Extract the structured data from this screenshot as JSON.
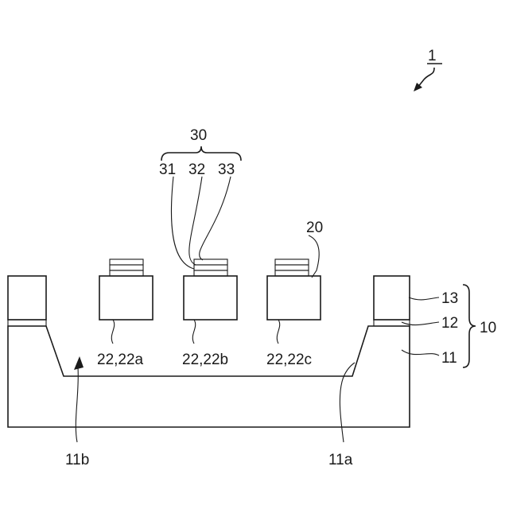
{
  "figure": {
    "ref_device": "1",
    "ref_group_30": "30",
    "ref_31": "31",
    "ref_32": "32",
    "ref_33": "33",
    "ref_20": "20",
    "ref_13": "13",
    "ref_12": "12",
    "ref_10": "10",
    "ref_11": "11",
    "ref_22a": "22,22a",
    "ref_22b": "22,22b",
    "ref_22c": "22,22c",
    "ref_11b": "11b",
    "ref_11a": "11a"
  },
  "colors": {
    "line": "#1a1a1a",
    "background": "#ffffff"
  }
}
